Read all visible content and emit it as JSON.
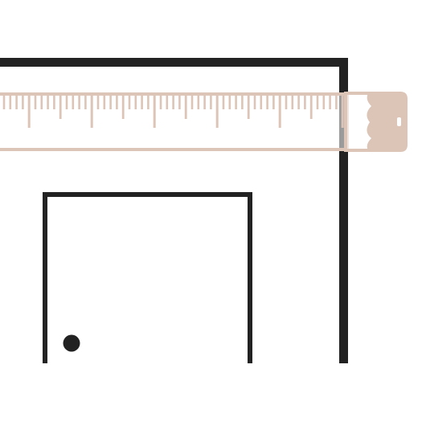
{
  "illustration": {
    "subject": "tape-measure-over-door-frame",
    "icons": [
      "wall-frame-icon",
      "door-icon",
      "door-knob-icon",
      "tape-measure-icon"
    ],
    "colors": {
      "background": "#ffffff",
      "line": "#222222",
      "tape": "#dcc4b7"
    },
    "tape": {
      "minor_ticks_per_major": 10,
      "medium_tick_every": 5
    }
  }
}
